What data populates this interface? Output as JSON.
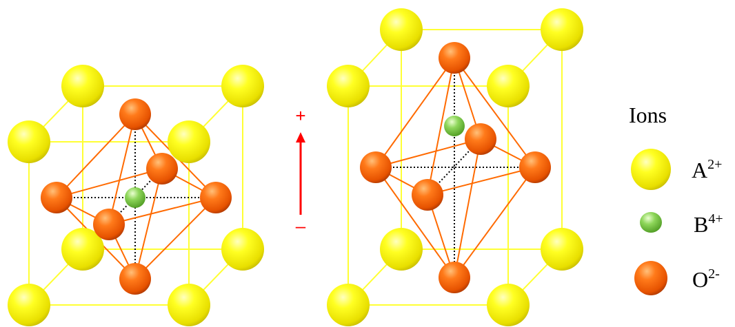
{
  "legend": {
    "title": "Ions",
    "items": [
      {
        "base": "A",
        "charge": "2+",
        "color": "#ffff00"
      },
      {
        "base": "B",
        "charge": "4+",
        "color": "#7ccf3c"
      },
      {
        "base": "O",
        "charge": "2-",
        "color": "#ff6a00"
      }
    ]
  },
  "field": {
    "plus": "+",
    "minus": "–",
    "color": "#ff0000"
  },
  "colors": {
    "cell_edge": "#ffff33",
    "octahedron_edge": "#ff6a00",
    "axis_dots": "#000000"
  }
}
